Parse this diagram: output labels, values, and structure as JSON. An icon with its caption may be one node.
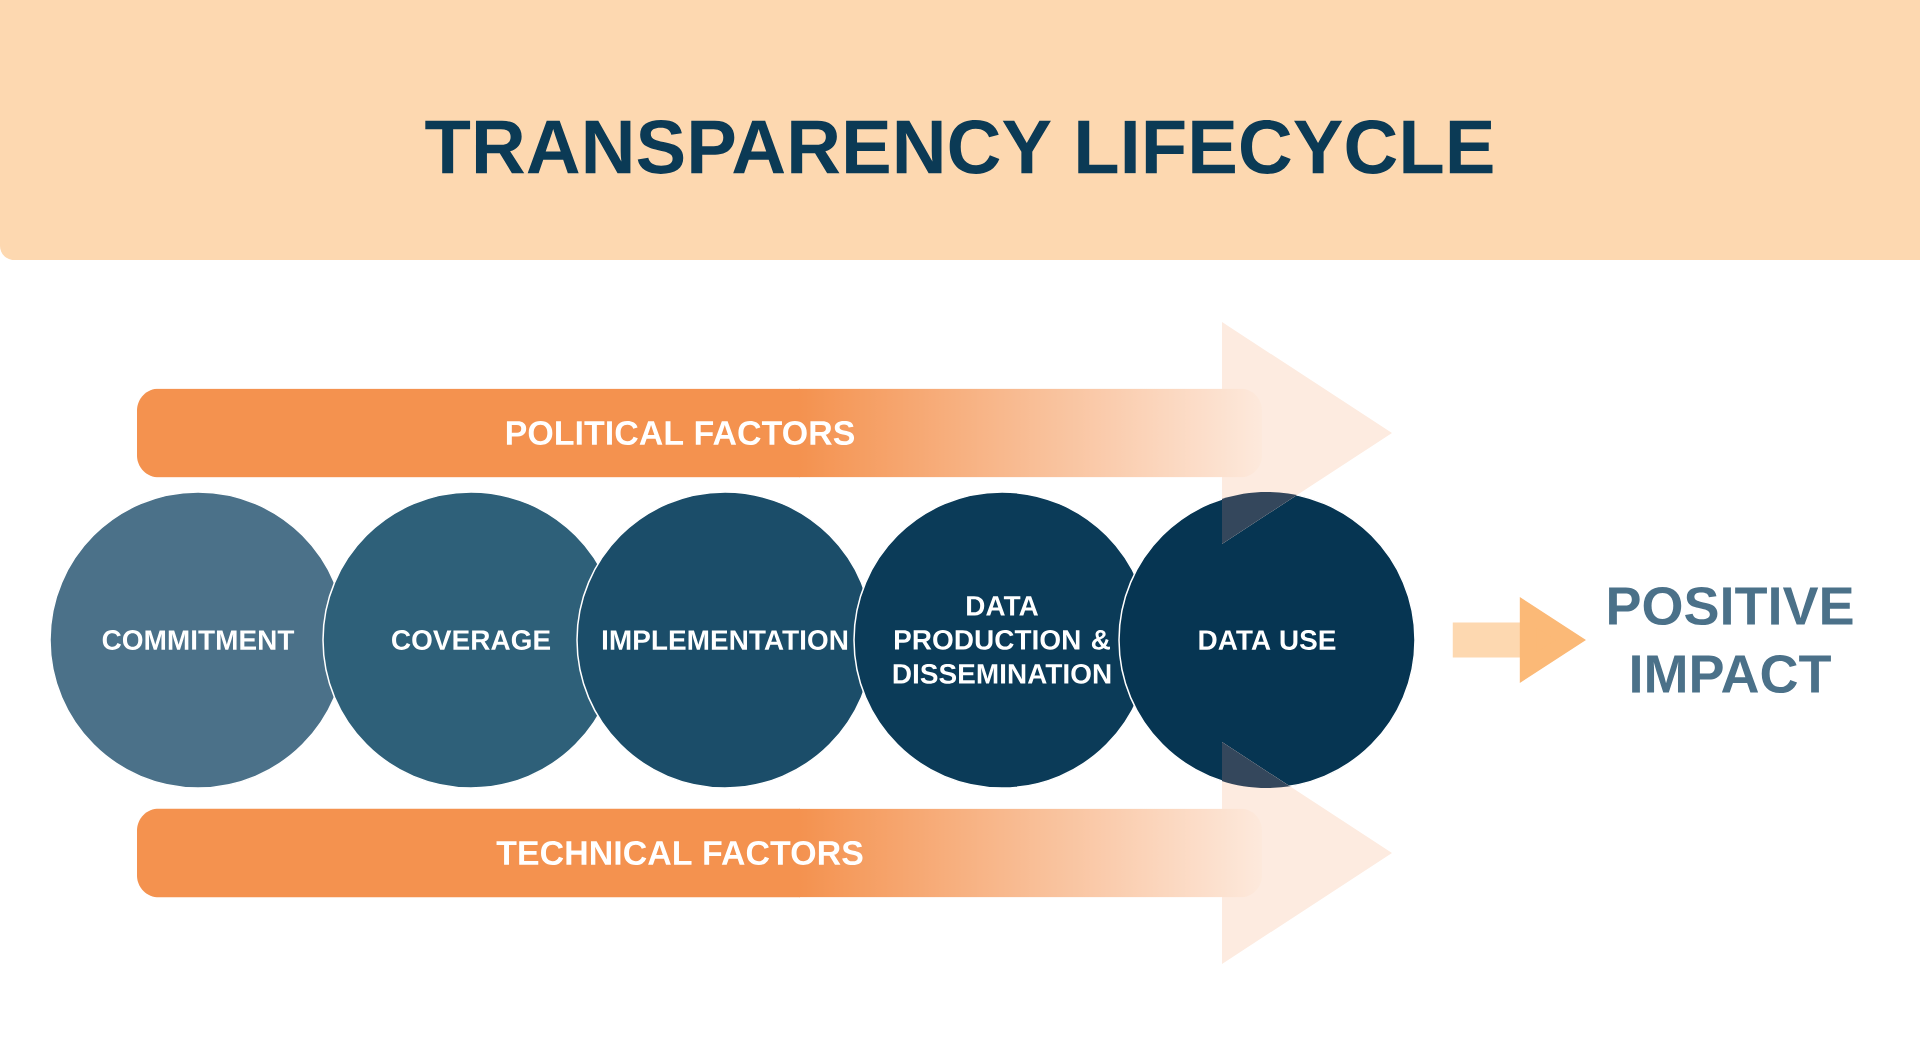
{
  "diagram": {
    "title": "TRANSPARENCY LIFECYCLE",
    "nodes": [
      {
        "text": [
          "POLITICAL FACTORS"
        ]
      },
      {
        "text": [
          "COMMITMENT"
        ]
      },
      {
        "text": [
          "COVERAGE"
        ]
      },
      {
        "text": [
          "IMPLEMENTATION"
        ]
      },
      {
        "text": [
          "DATA PRODUCTION & DISSEMINATION"
        ]
      },
      {
        "text": [
          "DATA USE"
        ]
      },
      {
        "text": [
          "POSITIVE IMPACT"
        ]
      },
      {
        "text": [
          "TECHNICAL FACTORS"
        ]
      }
    ],
    "edges": [
      {
        "from": 5,
        "to": 6,
        "arrow": "to"
      }
    ]
  }
}
